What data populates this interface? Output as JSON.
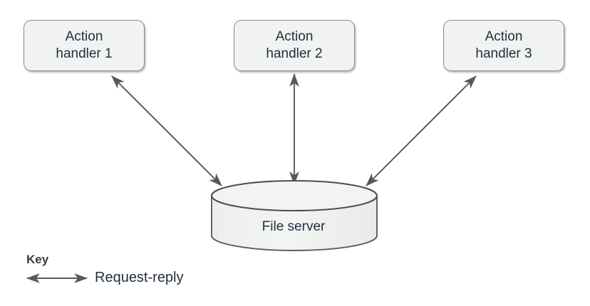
{
  "diagram": {
    "type": "architecture-diagram",
    "nodes": [
      {
        "id": "handler-1",
        "line1": "Action",
        "line2": "handler 1",
        "shape": "rounded-rect"
      },
      {
        "id": "handler-2",
        "line1": "Action",
        "line2": "handler 2",
        "shape": "rounded-rect"
      },
      {
        "id": "handler-3",
        "line1": "Action",
        "line2": "handler 3",
        "shape": "rounded-rect"
      },
      {
        "id": "file-server",
        "label": "File server",
        "shape": "cylinder"
      }
    ],
    "edges": [
      {
        "from": "handler-1",
        "to": "file-server",
        "style": "double-arrow",
        "relation": "Request-reply"
      },
      {
        "from": "handler-2",
        "to": "file-server",
        "style": "double-arrow",
        "relation": "Request-reply"
      },
      {
        "from": "handler-3",
        "to": "file-server",
        "style": "double-arrow",
        "relation": "Request-reply"
      }
    ],
    "key": {
      "title": "Key",
      "entries": [
        {
          "symbol": "double-headed-arrow",
          "label": "Request-reply"
        }
      ]
    },
    "colors": {
      "node_fill": "#f1f2f2",
      "node_stroke": "#8a8a8a",
      "text": "#22303c",
      "arrow": "#58585a",
      "background": "#ffffff"
    }
  }
}
